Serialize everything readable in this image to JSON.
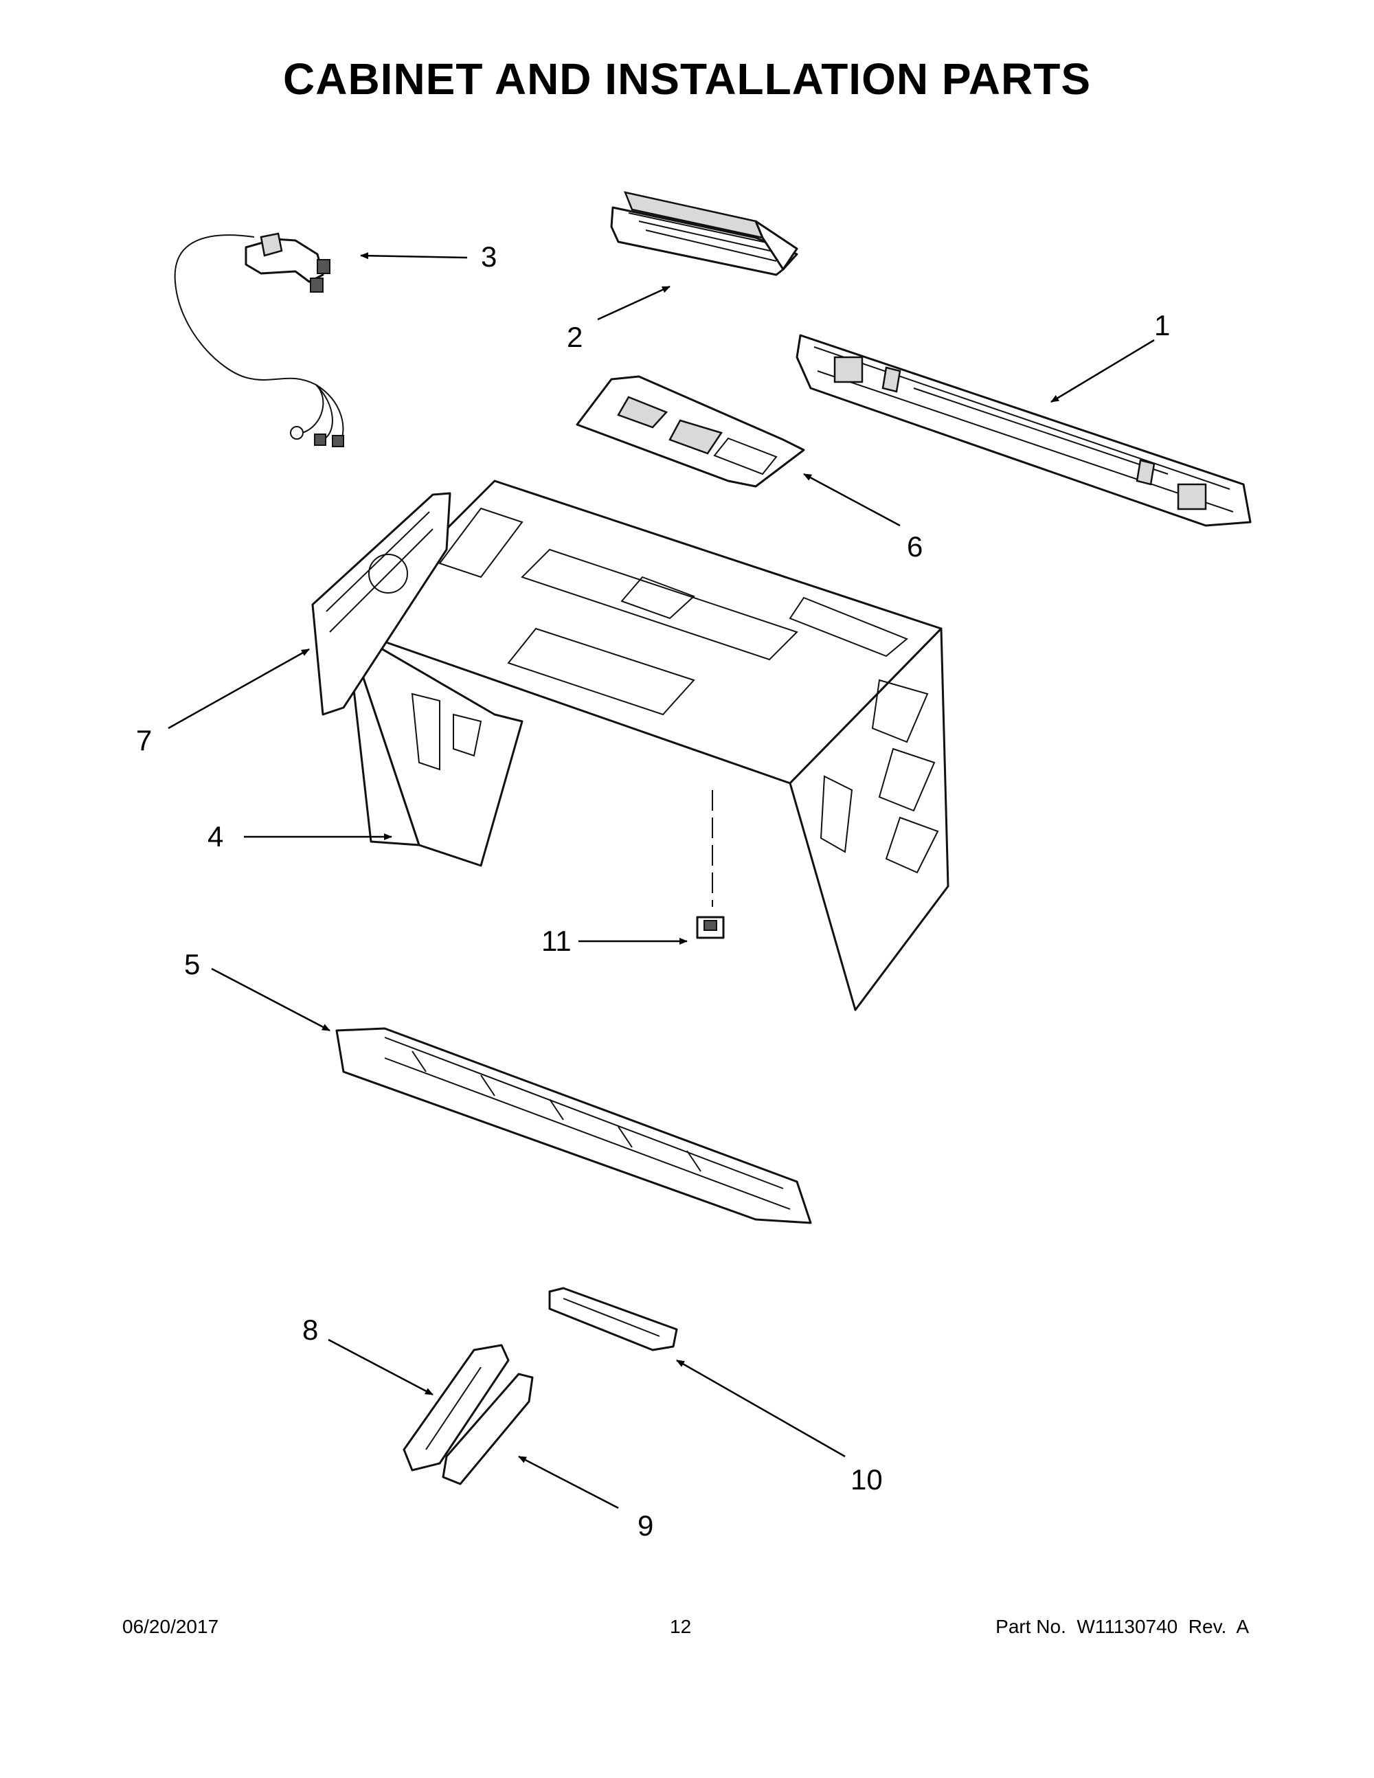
{
  "title": "CABINET AND INSTALLATION PARTS",
  "callouts": [
    "1",
    "2",
    "3",
    "4",
    "5",
    "6",
    "7",
    "8",
    "9",
    "10",
    "11"
  ],
  "footer": {
    "date": "06/20/2017",
    "page": "12",
    "part_no": "Part No.  W11130740  Rev.  A"
  }
}
